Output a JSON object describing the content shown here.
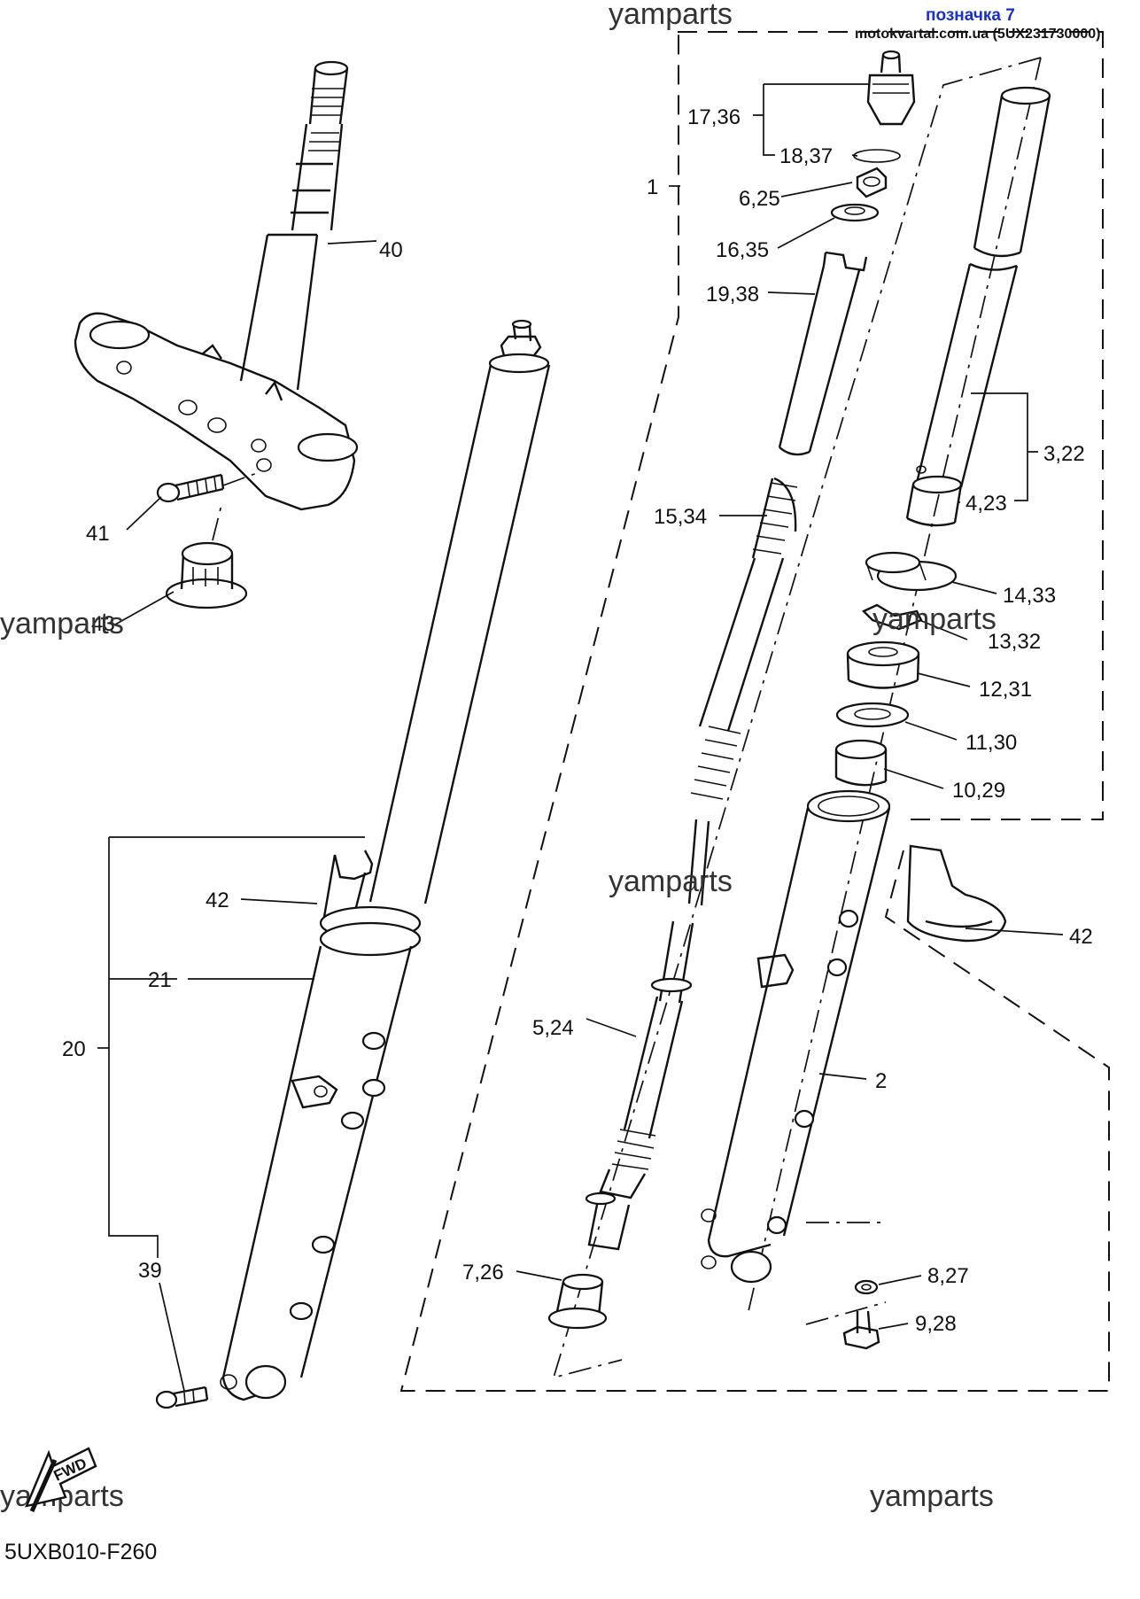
{
  "header": {
    "ref_title": "позначка 7",
    "source_line": "motokvartal.com.ua (5UX231730000)",
    "ref_color": "#1a2fd0"
  },
  "footer": {
    "diagram_code": "5UXB010-F260",
    "fwd_label": "FWD"
  },
  "watermark": "yamparts",
  "callouts": {
    "c1": "1",
    "c2": "2",
    "c3_22": "3,22",
    "c4_23": "4,23",
    "c5_24": "5,24",
    "c6_25": "6,25",
    "c7_26": "7,26",
    "c8_27": "8,27",
    "c9_28": "9,28",
    "c10_29": "10,29",
    "c11_30": "11,30",
    "c12_31": "12,31",
    "c13_32": "13,32",
    "c14_33": "14,33",
    "c15_34": "15,34",
    "c16_35": "16,35",
    "c17_36": "17,36",
    "c18_37": "18,37",
    "c19_38": "19,38",
    "c20": "20",
    "c21": "21",
    "c39": "39",
    "c40": "40",
    "c41": "41",
    "c42a": "42",
    "c42b": "42",
    "c43": "43"
  }
}
